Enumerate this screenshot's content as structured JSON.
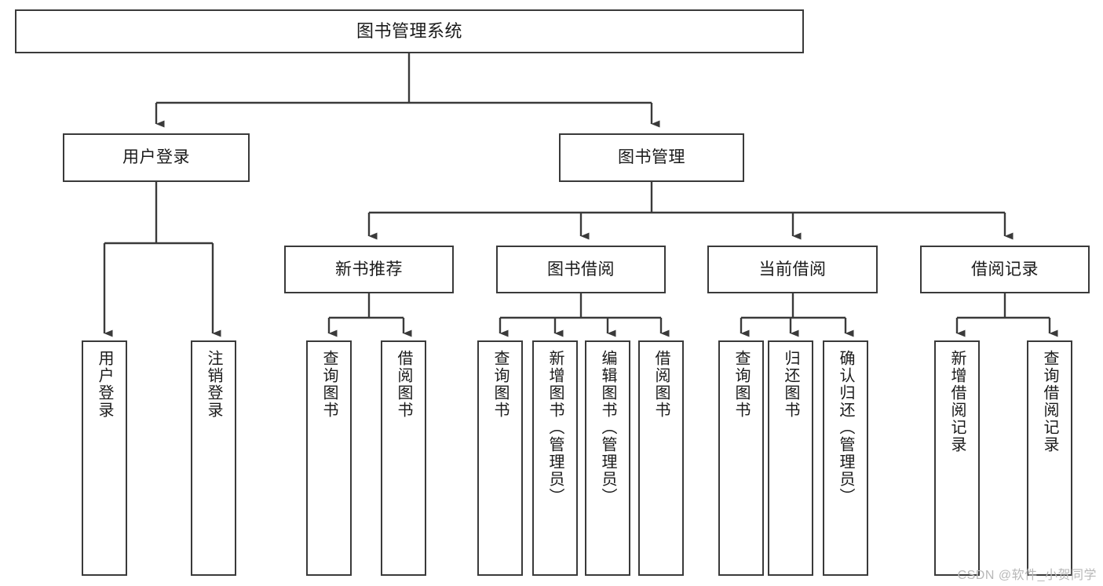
{
  "diagram": {
    "title": "图书管理系统",
    "type": "hierarchy-tree",
    "root": {
      "label": "图书管理系统"
    },
    "level2": [
      {
        "label": "用户登录"
      },
      {
        "label": "图书管理"
      }
    ],
    "level3": [
      {
        "label": "新书推荐"
      },
      {
        "label": "图书借阅"
      },
      {
        "label": "当前借阅"
      },
      {
        "label": "借阅记录"
      }
    ],
    "leaves": {
      "user_login": [
        {
          "label": "用户登录"
        },
        {
          "label": "注销登录"
        }
      ],
      "new_book_recommend": [
        {
          "label": "查询图书"
        },
        {
          "label": "借阅图书"
        }
      ],
      "book_borrow": [
        {
          "label": "查询图书"
        },
        {
          "label": "新增图书（管理员）"
        },
        {
          "label": "编辑图书（管理员）"
        },
        {
          "label": "借阅图书"
        }
      ],
      "current_borrow": [
        {
          "label": "查询图书"
        },
        {
          "label": "归还图书"
        },
        {
          "label": "确认归还（管理员）"
        }
      ],
      "borrow_record": [
        {
          "label": "新增借阅记录"
        },
        {
          "label": "查询借阅记录"
        }
      ]
    }
  },
  "watermark": {
    "text": "CSDN @软件_小贺同学"
  },
  "colors": {
    "border": "#3a3a3a",
    "text": "#1a1a1a",
    "background": "#ffffff",
    "watermark": "#b8b8b8"
  }
}
